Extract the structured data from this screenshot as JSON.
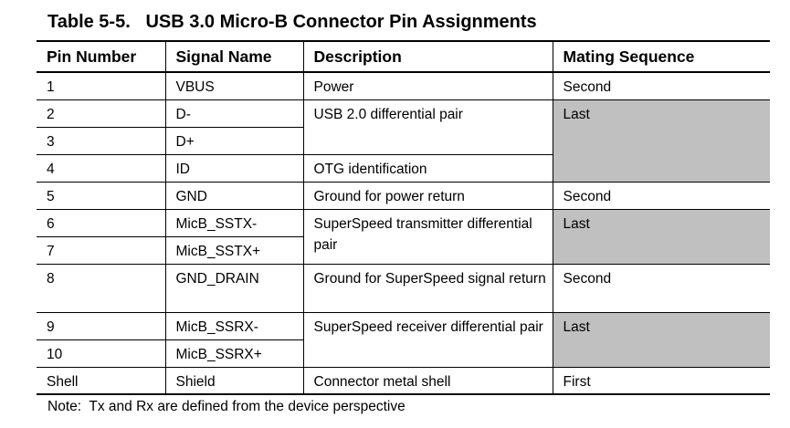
{
  "title": "Table 5-5.   USB 3.0 Micro-B Connector Pin Assignments",
  "headers": [
    "Pin Number",
    "Signal Name",
    "Description",
    "Mating Sequence"
  ],
  "rows": [
    {
      "pin": "1",
      "signal": "VBUS",
      "description": "Power",
      "mating": "Second",
      "mating_shaded": false
    },
    {
      "pin": "2",
      "signal": "D-",
      "description": "USB 2.0 differential pair",
      "mating": "Last",
      "mating_shaded": true
    },
    {
      "pin": "3",
      "signal": "D+"
    },
    {
      "pin": "4",
      "signal": "ID",
      "description": "OTG identification"
    },
    {
      "pin": "5",
      "signal": "GND",
      "description": "Ground for power return",
      "mating": "Second",
      "mating_shaded": false
    },
    {
      "pin": "6",
      "signal": "MicB_SSTX-",
      "description": "SuperSpeed transmitter differential pair",
      "mating": "Last",
      "mating_shaded": true
    },
    {
      "pin": "7",
      "signal": "MicB_SSTX+"
    },
    {
      "pin": "8",
      "signal": "GND_DRAIN",
      "description": "Ground for SuperSpeed signal return",
      "mating": "Second",
      "mating_shaded": false
    },
    {
      "pin": "9",
      "signal": "MicB_SSRX-",
      "description": "SuperSpeed receiver differential pair",
      "mating": "Last",
      "mating_shaded": true
    },
    {
      "pin": "10",
      "signal": "MicB_SSRX+"
    },
    {
      "pin": "Shell",
      "signal": "Shield",
      "description": "Connector metal shell",
      "mating": "First",
      "mating_shaded": false
    }
  ],
  "note": "Note:  Tx and Rx are defined from the device perspective",
  "colors": {
    "shaded_cell": "#c0c0c0",
    "rule": "#000000"
  }
}
